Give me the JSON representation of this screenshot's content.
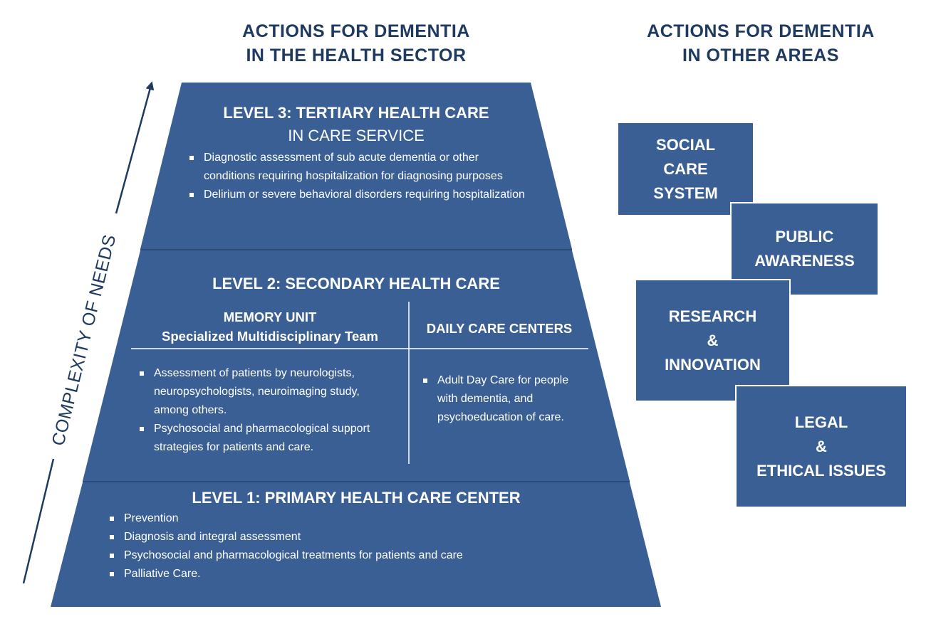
{
  "headings": {
    "health_sector": "ACTIONS FOR DEMENTIA\nIN THE HEALTH SECTOR",
    "other_areas": "ACTIONS FOR DEMENTIA\nIN OTHER AREAS"
  },
  "axis_label": "COMPLEXITY OF NEEDS",
  "level3": {
    "title": "LEVEL 3: TERTIARY HEALTH CARE",
    "subtitle": "IN CARE SERVICE",
    "bullets": [
      "Diagnostic assessment of sub acute dementia or other conditions requiring hospitalization for diagnosing purposes",
      "Delirium or severe behavioral disorders requiring hospitalization"
    ]
  },
  "level2": {
    "title": "LEVEL 2: SECONDARY HEALTH CARE",
    "memory_unit": {
      "heading_line1": "MEMORY UNIT",
      "heading_line2": "Specialized Multidisciplinary Team",
      "bullets": [
        "Assessment of patients by neurologists, neuropsychologists, neuroimaging study, among others.",
        "Psychosocial and pharmacological support strategies for patients and care."
      ]
    },
    "daily_care": {
      "heading": "DAILY CARE CENTERS",
      "bullets": [
        "Adult Day Care for people with dementia, and psychoeducation of care."
      ]
    }
  },
  "level1": {
    "title": "LEVEL 1: PRIMARY HEALTH CARE CENTER",
    "bullets": [
      "Prevention",
      "Diagnosis and integral assessment",
      "Psychosocial and pharmacological treatments for patients and care",
      "Palliative Care."
    ]
  },
  "other_areas": [
    "SOCIAL\nCARE\nSYSTEM",
    "PUBLIC\nAWARENESS",
    "RESEARCH\n&\nINNOVATION",
    "LEGAL\n&\nETHICAL ISSUES"
  ],
  "colors": {
    "box_fill": "#3a5f95",
    "heading_text": "#1f3a60",
    "divider": "#ffffff"
  }
}
